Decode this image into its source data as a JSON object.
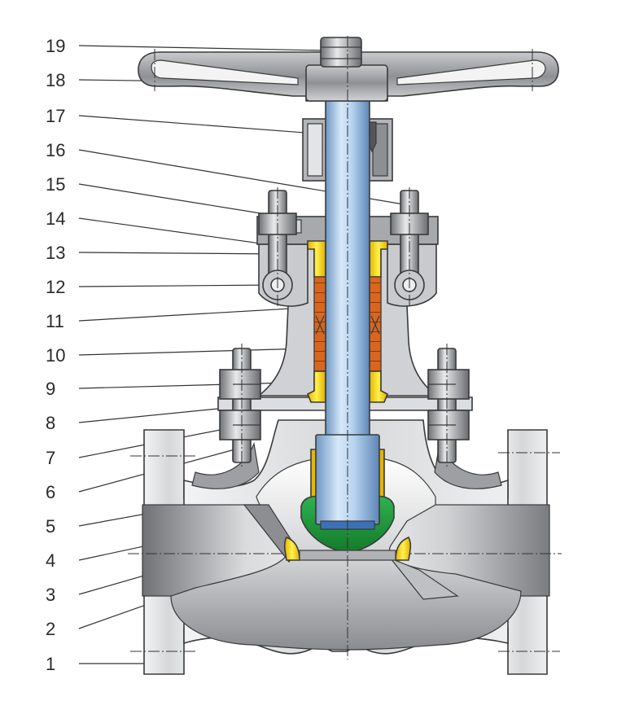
{
  "callouts": [
    "1",
    "2",
    "3",
    "4",
    "5",
    "6",
    "7",
    "8",
    "9",
    "10",
    "11",
    "12",
    "13",
    "14",
    "15",
    "16",
    "17",
    "18",
    "19"
  ],
  "colors": {
    "body_light": "#e4e5e7",
    "body_dark": "#7b7d81",
    "stem": "#a9cbec",
    "packing": "#d8661e",
    "gland_yellow": "#ffe600",
    "disc_green": "#1f9a3c",
    "outline": "#3a3a3a"
  }
}
